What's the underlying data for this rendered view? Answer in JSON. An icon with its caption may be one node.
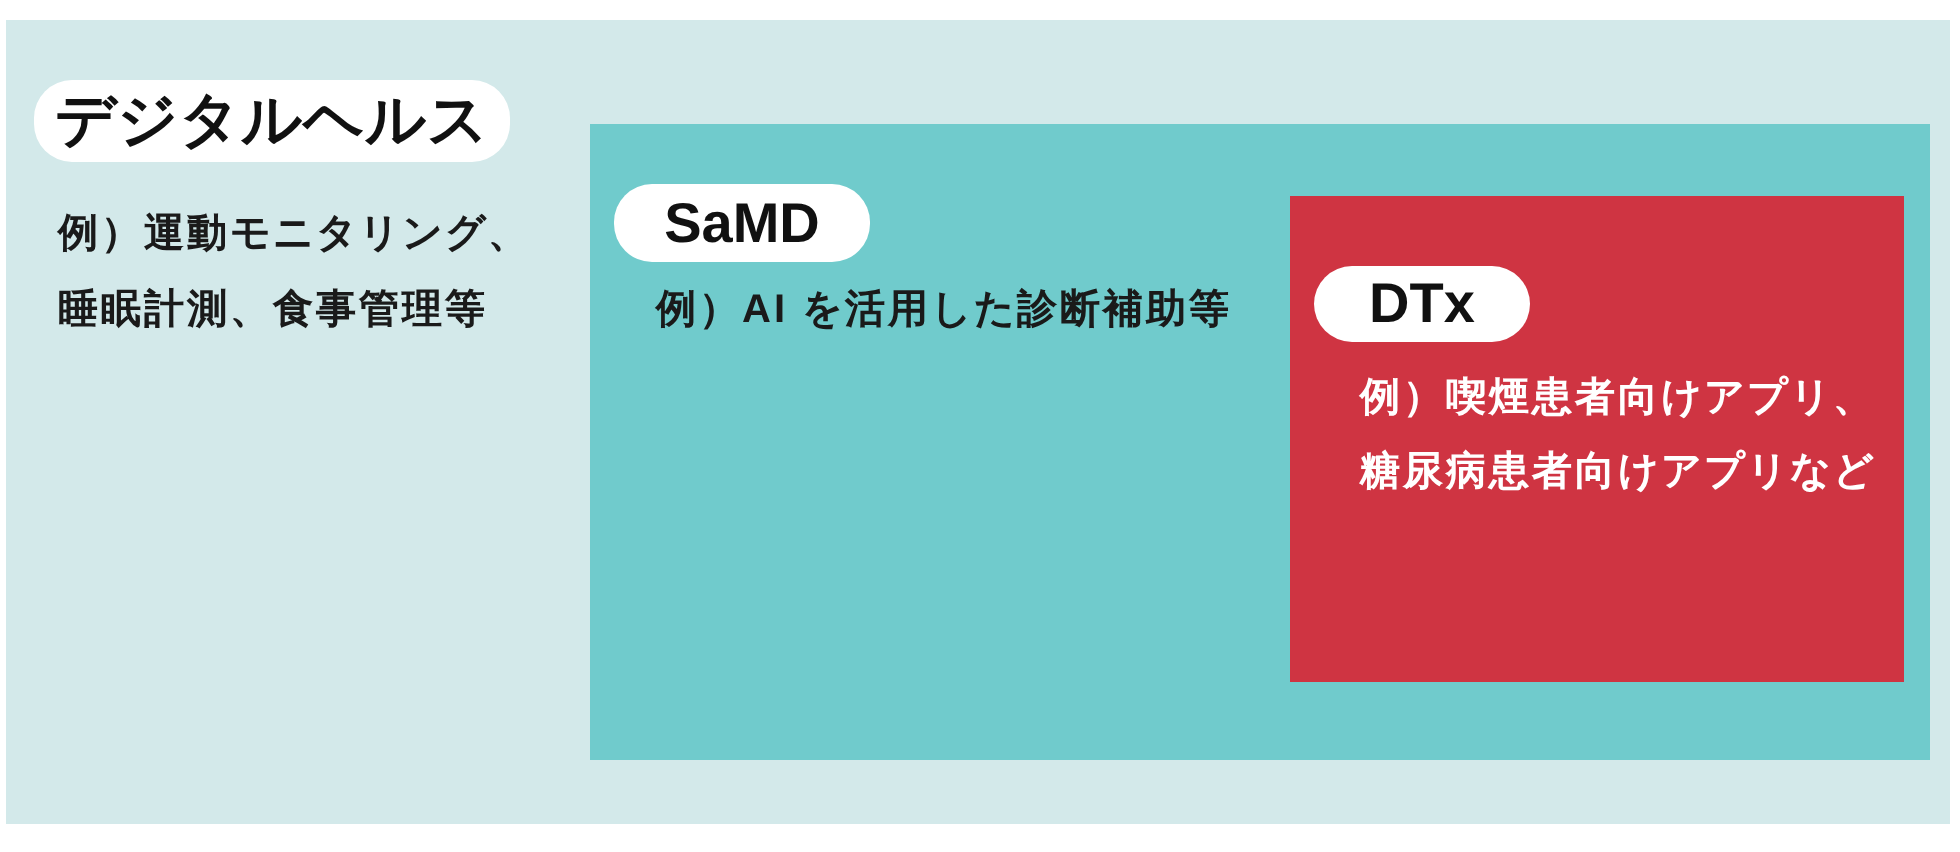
{
  "diagram": {
    "nodes": [
      {
        "text": [
          "デジタルヘルス",
          "例）運動モニタリング、睡眠計測、食事管理等"
        ]
      },
      {
        "text": [
          "SaMD",
          "例）AI を活用した診断補助等"
        ],
        "in": 0
      },
      {
        "text": [
          "DTx",
          "例）喫煙患者向けアプリ、糖尿病患者向けアプリなど"
        ],
        "in": 1
      }
    ]
  }
}
